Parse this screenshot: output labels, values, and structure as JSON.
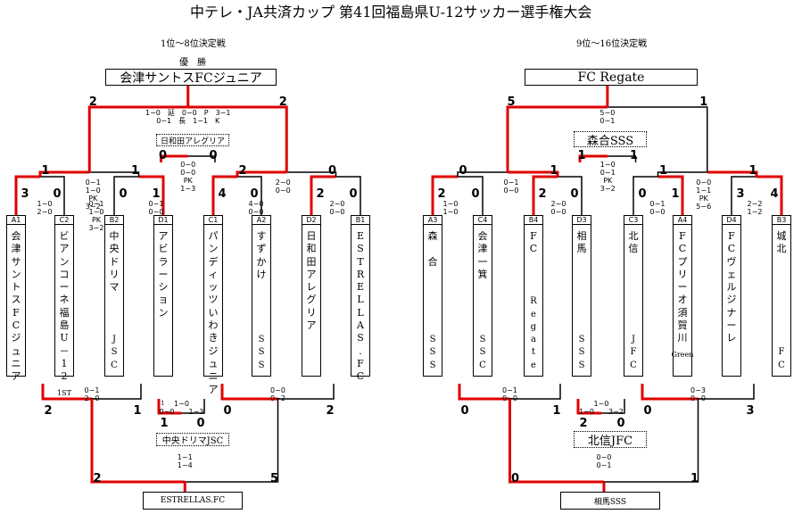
{
  "title": "中テレ・JA共済カップ 第41回福島県U-12サッカー選手権大会",
  "left": {
    "subtitle": "1位～8位決定戦",
    "champion_label": "優　勝",
    "champion": "会津サントスFCジュニア",
    "third": "日和田アレグリア",
    "fourth_label": "中央ドリマJSC",
    "fifth": "ESTRELLAS.FC",
    "teams": [
      {
        "code": "A1",
        "name": "会津サントスFCジュニア"
      },
      {
        "code": "C2",
        "name": "ビアンコーネ福島U－12",
        "sub": "1ST"
      },
      {
        "code": "B2",
        "name": "中央ドリマ",
        "suffix": "JSC"
      },
      {
        "code": "D1",
        "name": "アビラーション"
      },
      {
        "code": "C1",
        "name": "パンディッツいわきジュニア"
      },
      {
        "code": "A2",
        "name": "すずかけ",
        "suffix": "SSS"
      },
      {
        "code": "D2",
        "name": "日和田アレグリア"
      },
      {
        "code": "B1",
        "name": "ESTRELLAS.FC"
      }
    ],
    "scores": {
      "r1": [
        "3",
        "0",
        "0",
        "1",
        "4",
        "0",
        "2",
        "0"
      ],
      "r1_detail": [
        "1−0\n2−0",
        "0−1\n1−0\nPK\n3−2",
        "0−1\n0−0",
        "4−0\n0−0",
        "2−0\n0−0"
      ],
      "r2": [
        "1",
        "1",
        "2",
        "0"
      ],
      "r2_detail": [
        "0−1\n1−0\nPK\n3−2",
        "2−0\n0−0"
      ],
      "semi": [
        "0",
        "0"
      ],
      "semi_detail": "0−0\n0−0\nPK\n1−3",
      "final": [
        "2",
        "2"
      ],
      "final_detail": "1−0　延　0−0　P　3−1\n0−1　長　1−1　K",
      "lower_r2": [
        "2",
        "1",
        "0",
        "2"
      ],
      "lower_r2_detail": [
        "0−1\n2−0",
        "0−0\n0−2"
      ],
      "lower_semi": [
        "1",
        "0"
      ],
      "lower_semi_small": "1",
      "lower_semi_detail": "1−0\n0−0　　1−3",
      "lower_final": [
        "2",
        "5"
      ],
      "lower_final_detail": "1−1\n1−4"
    }
  },
  "right": {
    "subtitle": "9位～16位決定戦",
    "champion": "FC Regate",
    "third": "森合SSS",
    "fourth_label": "北信JFC",
    "fifth": "相馬SSS",
    "teams": [
      {
        "code": "A3",
        "name": "森",
        "mid": "合",
        "suffix": "SSS"
      },
      {
        "code": "C4",
        "name": "会津一箕",
        "suffix": "SSC"
      },
      {
        "code": "B4",
        "name": "FC",
        "suffix": "Regate"
      },
      {
        "code": "D3",
        "name": "相馬",
        "suffix": "SSS"
      },
      {
        "code": "C3",
        "name": "北信",
        "suffix": "JFC"
      },
      {
        "code": "A4",
        "name": "FCプリーオ須賀川",
        "sub": "Green"
      },
      {
        "code": "D4",
        "name": "FCヴェルジナーレ"
      },
      {
        "code": "B3",
        "name": "城北",
        "suffix": "FC"
      }
    ],
    "scores": {
      "r1": [
        "2",
        "0",
        "2",
        "0",
        "0",
        "1",
        "3",
        "4"
      ],
      "r1_detail": [
        "1−0\n1−0",
        "2−0\n0−0",
        "0−1\n0−0",
        "2−2\n1−2"
      ],
      "r2": [
        "0",
        "1",
        "1",
        "1"
      ],
      "r2_detail": [
        "0−1\n0−0",
        "0−0\n1−1\nPK\n5−6"
      ],
      "semi": [
        "1",
        "1"
      ],
      "semi_detail": "1−0\n0−1\nPK\n3−2",
      "final": [
        "5",
        "1"
      ],
      "final_detail": "5−0\n0−1",
      "lower_r2": [
        "0",
        "1",
        "0",
        "3"
      ],
      "lower_r2_detail": [
        "0−1\n0−0",
        "0−3\n0−0"
      ],
      "lower_semi": [
        "2",
        "0"
      ],
      "lower_semi_detail": "1−0\n1−0　　3−2",
      "lower_final": [
        "0",
        "1"
      ],
      "lower_final_detail": "0−0\n0−1"
    }
  },
  "colors": {
    "winner_line": "#e00000",
    "loser_line": "#000000"
  }
}
